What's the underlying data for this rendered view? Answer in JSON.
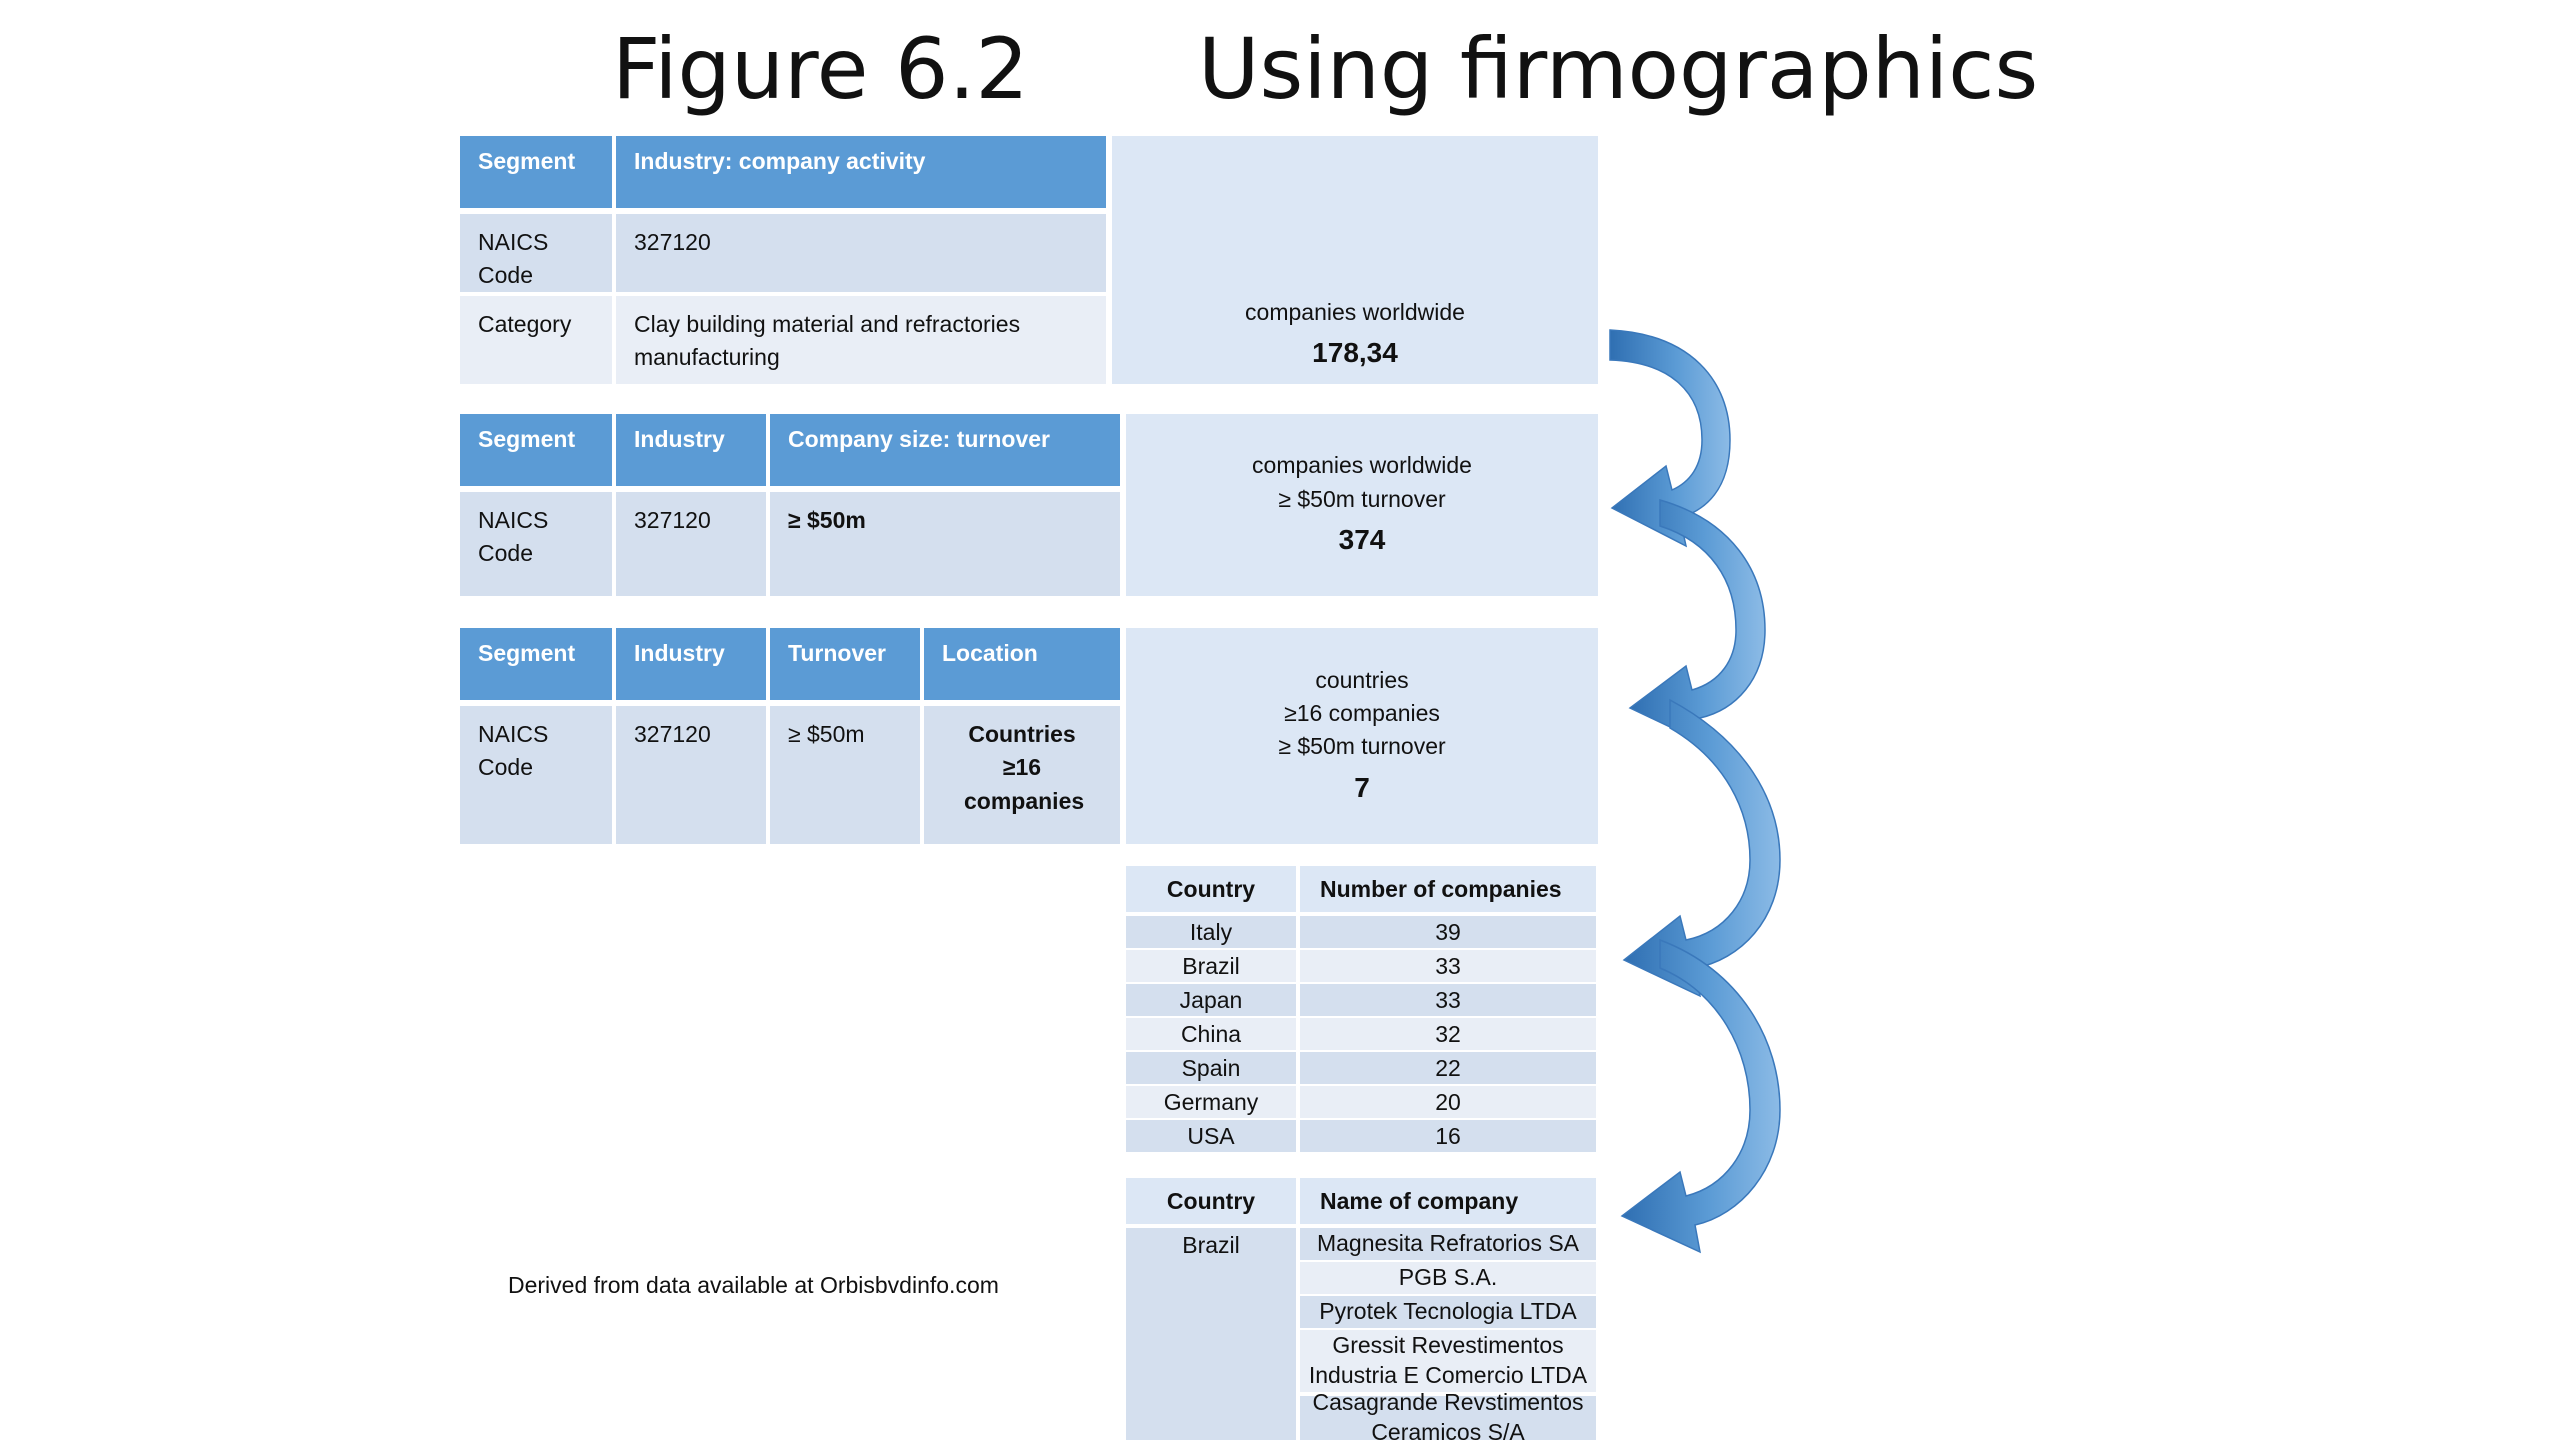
{
  "title": {
    "figure": "Figure 6.2",
    "heading": "Using firmographics"
  },
  "block1": {
    "headers": [
      "Segment",
      "Industry: company activity"
    ],
    "rows": [
      [
        "NAICS Code",
        "327120"
      ],
      [
        "Category",
        "Clay building material and refractories manufacturing"
      ]
    ],
    "summary_text": "companies worldwide",
    "summary_value": "178,34"
  },
  "block2": {
    "headers": [
      "Segment",
      "Industry",
      "Company size: turnover"
    ],
    "row": [
      "NAICS Code",
      "327120",
      "≥ $50m"
    ],
    "summary_line1": "companies worldwide",
    "summary_line2": "≥ $50m turnover",
    "summary_value": "374"
  },
  "block3": {
    "headers": [
      "Segment",
      "Industry",
      "Turnover",
      "Location"
    ],
    "row": [
      "NAICS Code",
      "327120",
      "≥ $50m",
      "Countries ≥16 companies"
    ],
    "summary_line1": "countries",
    "summary_line2": "≥16 companies",
    "summary_line3": "≥ $50m turnover",
    "summary_value": "7"
  },
  "country_table": {
    "headers": [
      "Country",
      "Number of companies"
    ],
    "rows": [
      [
        "Italy",
        "39"
      ],
      [
        "Brazil",
        "33"
      ],
      [
        "Japan",
        "33"
      ],
      [
        "China",
        "32"
      ],
      [
        "Spain",
        "22"
      ],
      [
        "Germany",
        "20"
      ],
      [
        "USA",
        "16"
      ]
    ]
  },
  "company_table": {
    "headers": [
      "Country",
      "Name of company"
    ],
    "country": "Brazil",
    "companies": [
      "Magnesita Refratorios SA",
      "PGB S.A.",
      "Pyrotek Tecnologia LTDA",
      "Gressit Revestimentos Industria E Comercio LTDA",
      "Casagrande Revstimentos Ceramicos S/A"
    ]
  },
  "footnote": "Derived from data available at Orbisbvdinfo.com",
  "colors": {
    "header_blue": "#5b9bd5",
    "cell_dark": "#d4dfee",
    "cell_light": "#e9eef6",
    "summary": "#dce7f5",
    "arrow": "#4f86c6"
  }
}
